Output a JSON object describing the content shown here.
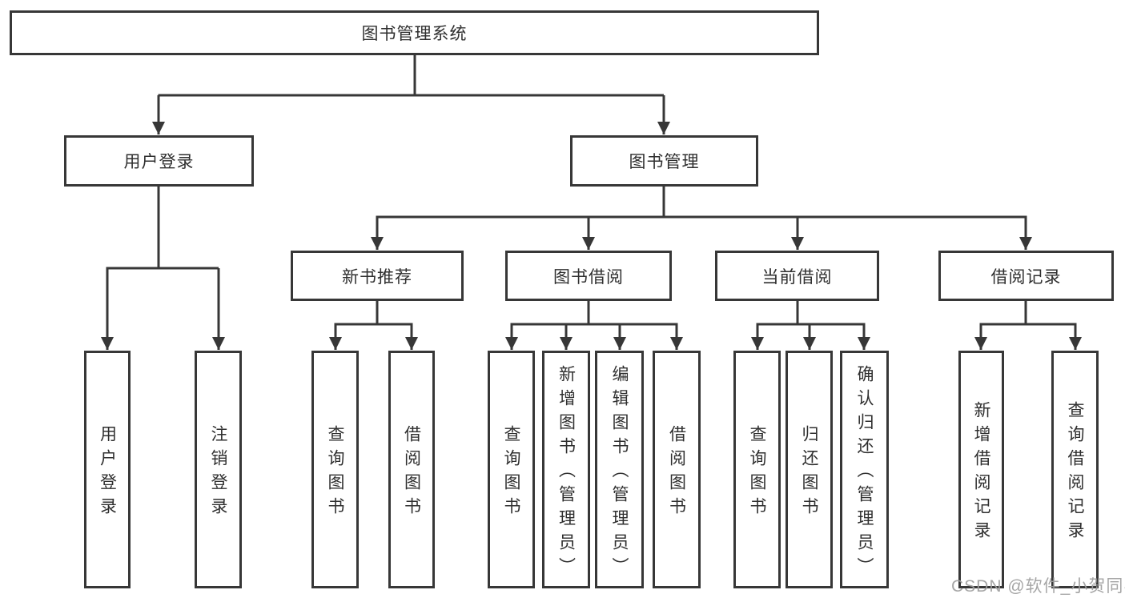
{
  "tree": {
    "root": {
      "label": "图书管理系统",
      "children": [
        {
          "label": "用户登录",
          "children": [
            {
              "label": "用户登录"
            },
            {
              "label": "注销登录"
            }
          ]
        },
        {
          "label": "图书管理",
          "children": [
            {
              "label": "新书推荐",
              "children": [
                {
                  "label": "查询图书"
                },
                {
                  "label": "借阅图书"
                }
              ]
            },
            {
              "label": "图书借阅",
              "children": [
                {
                  "label": "查询图书"
                },
                {
                  "label": "新增图书（管理员）"
                },
                {
                  "label": "编辑图书（管理员）"
                },
                {
                  "label": "借阅图书"
                }
              ]
            },
            {
              "label": "当前借阅",
              "children": [
                {
                  "label": "查询图书"
                },
                {
                  "label": "归还图书"
                },
                {
                  "label": "确认归还（管理员）"
                }
              ]
            },
            {
              "label": "借阅记录",
              "children": [
                {
                  "label": "新增借阅记录"
                },
                {
                  "label": "查询借阅记录"
                }
              ]
            }
          ]
        }
      ]
    }
  },
  "watermark": {
    "text": "CSDN @软件_小贺同学",
    "color": "#9e9e9e"
  },
  "style": {
    "line_color": "#373737",
    "text_color": "#2f2f2f",
    "background": "#ffffff"
  }
}
